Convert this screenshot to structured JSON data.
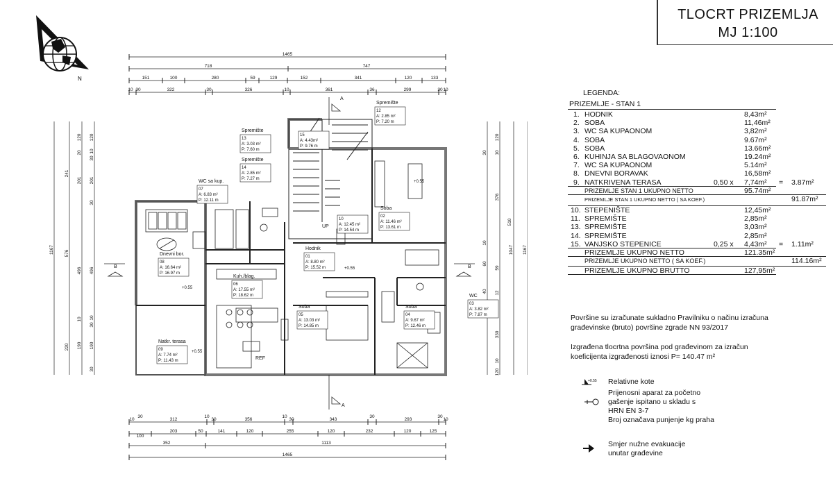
{
  "header": {
    "title_line1": "TLOCRT PRIZEMLJA",
    "title_line2": "MJ 1:100"
  },
  "legend": {
    "heading": "LEGENDA:",
    "section": "PRIZEMLJE - STAN 1",
    "items": [
      {
        "no": "1.",
        "name": "HODNIK",
        "area": "8,43m²"
      },
      {
        "no": "2.",
        "name": "SOBA",
        "area": "11,46m²"
      },
      {
        "no": "3.",
        "name": "WC SA KUPAONOM",
        "area": "3,82m²"
      },
      {
        "no": "4.",
        "name": "SOBA",
        "area": "9.67m²"
      },
      {
        "no": "5.",
        "name": "SOBA",
        "area": "13.66m²"
      },
      {
        "no": "6.",
        "name": "KUHINJA SA BLAGOVAONOM",
        "area": "19.24m²"
      },
      {
        "no": "7.",
        "name": "WC SA KUPAONOM",
        "area": "5.14m²"
      },
      {
        "no": "8.",
        "name": "DNEVNI BORAVAK",
        "area": "16,58m²"
      }
    ],
    "terrace": {
      "no": "9.",
      "name": "NATKRIVENA TERASA",
      "coef": "0,50 x",
      "area": "7,74m²",
      "eq": "=",
      "result": "3.87m²"
    },
    "stan_netto_label": "PRIZEMLJE STAN 1 UKUPNO NETTO",
    "stan_netto_value": "95.74m²",
    "stan_koef_label": "PRIZEMLJE STAN 1 UKUPNO NETTO ( SA KOEF.)",
    "stan_koef_value": "91.87m²",
    "items2": [
      {
        "no": "10.",
        "name": "STEPENIŠTE",
        "area": "12,45m²"
      },
      {
        "no": "11.",
        "name": "SPREMIŠTE",
        "area": "2,85m²"
      },
      {
        "no": "13.",
        "name": "SPREMIŠTE",
        "area": "3,03m²"
      },
      {
        "no": "14.",
        "name": "SPREMIŠTE",
        "area": "2,85m²"
      }
    ],
    "stairs": {
      "no": "15.",
      "name": "VANJSKO STEPENICE",
      "coef": "0,25 x",
      "area": "4,43m²",
      "eq": "=",
      "result": "1.11m²"
    },
    "netto_label": "PRIZEMLJE UKUPNO NETTO",
    "netto_value": "121.35m²",
    "koef_label": "PRIZEMLJE UKUPNO NETTO ( SA KOEF.)",
    "koef_value": "114.16m²",
    "brutto_label": "PRIZEMLJE UKUPNO BRUTTO",
    "brutto_value": "127,95m²"
  },
  "notes": {
    "note1": "Površine su izračunate sukladno Pravilniku o načinu izračuna građevinske (bruto) površine zgrade NN 93/2017",
    "note2": "Izgrađena tlocrtna površina pod građevinom za izračun koeficijenta izgrađenosti iznosi P= 140.47 m²"
  },
  "symbols": {
    "kote_tag": "+0.55",
    "kote": "Relativne kote",
    "aparat_lines": [
      "Prijenosni aparat za početno",
      "gašenje ispitano u skladu s",
      "HRN EN 3-7",
      "Broj označava punjenje kg praha"
    ],
    "evak_lines": [
      "Smjer nužne evakuacije",
      "unutar građevine"
    ]
  },
  "plan": {
    "section_a": "A",
    "section_b": "B",
    "up_label": "UP",
    "ref_label": "REF",
    "rooms": [
      {
        "name": "Spremište",
        "no": "12",
        "a": "A: 2.85 m²",
        "p": "P: 7.20 m"
      },
      {
        "name": "Spremište",
        "no": "13",
        "a": "A: 3.03 m²",
        "p": "P: 7.60 m"
      },
      {
        "name": "Spremište",
        "no": "14",
        "a": "A: 2.85 m²",
        "p": "P: 7.27 m"
      },
      {
        "name": "",
        "no": "15",
        "a": "A: 4.43m²",
        "p": "P: 9.76 m"
      },
      {
        "name": "WC sa kup.",
        "no": "07",
        "a": "A: 6.83 m²",
        "p": "P: 12.11 m"
      },
      {
        "name": "Soba",
        "no": "02",
        "a": "A: 11.46 m²",
        "p": "P: 13.61 m"
      },
      {
        "name": "",
        "no": "10",
        "a": "A: 12.45 m²",
        "p": "P: 14.54 m"
      },
      {
        "name": "Dnevni bor.",
        "no": "08",
        "a": "A: 16.64 m²",
        "p": "P: 16.97 m"
      },
      {
        "name": "Hodnik",
        "no": "01",
        "a": "A: 8.80 m²",
        "p": "P: 15.52 m"
      },
      {
        "name": "Kuh./blag.",
        "no": "06",
        "a": "A: 17.55 m²",
        "p": "P: 18.62 m"
      },
      {
        "name": "WC",
        "no": "03",
        "a": "A: 3.82 m²",
        "p": "P: 7.87 m"
      },
      {
        "name": "Soba",
        "no": "05",
        "a": "A: 13.03 m²",
        "p": "P: 14.85 m"
      },
      {
        "name": "Soba",
        "no": "04",
        "a": "A: 9.67 m²",
        "p": "P: 12.46 m"
      },
      {
        "name": "Natkr. terasa",
        "no": "09",
        "a": "A: 7.74 m²",
        "p": "P: 11.43 m"
      }
    ],
    "level_tag": "+0.55",
    "top_dims": {
      "total": "1465",
      "row2": [
        "718",
        "747"
      ],
      "row3": [
        "151",
        "100",
        "280",
        "59",
        "129",
        "152",
        "341",
        "120",
        "133"
      ],
      "row4": [
        "10",
        "30",
        "322",
        "30",
        "326",
        "10",
        "361",
        "36",
        "299",
        "30",
        "10"
      ]
    },
    "bottom_dims": {
      "row1": [
        "10",
        "30",
        "312",
        "10",
        "30",
        "356",
        "10",
        "30",
        "343",
        "30",
        "293",
        "30",
        "10"
      ],
      "row2": [
        "100",
        "203",
        "50",
        "141",
        "120",
        "255",
        "120",
        "232",
        "120",
        "125"
      ],
      "row3": [
        "352",
        "1113"
      ],
      "total": "1465"
    },
    "left_dims": {
      "total": "1167",
      "row2": [
        "241",
        "576",
        "220"
      ],
      "row3": [
        "120",
        "20",
        "201",
        "496",
        "10",
        "190"
      ],
      "row4": [
        "120",
        "10",
        "30",
        "201",
        "30",
        "496",
        "10",
        "30",
        "190",
        "30"
      ]
    },
    "right_dims": {
      "total": "1167",
      "row2": [
        "1047"
      ],
      "row3": [
        "120",
        "10",
        "376",
        "510",
        "59",
        "12",
        "330",
        "10",
        "120"
      ],
      "row4": [
        "30",
        "10",
        "60",
        "40"
      ]
    }
  }
}
